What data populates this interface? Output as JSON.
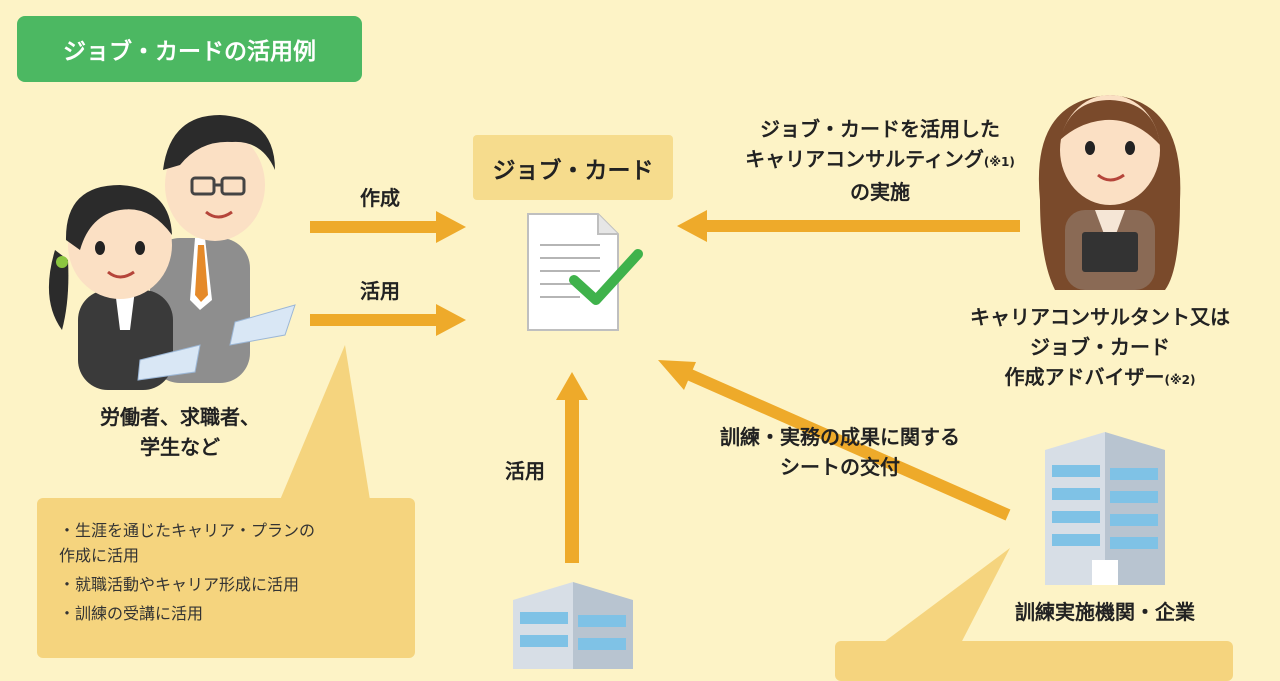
{
  "title": "ジョブ・カードの活用例",
  "card_label": "ジョブ・カード",
  "arrows": {
    "create": "作成",
    "use_left": "活用",
    "use_bottom": "活用",
    "consult_line1": "ジョブ・カードを活用した",
    "consult_line2": "キャリアコンサルティング",
    "consult_note": "(※1)",
    "consult_line3": "の実施",
    "training_line1": "訓練・実務の成果に関する",
    "training_line2": "シートの交付"
  },
  "actors": {
    "workers_line1": "労働者、求職者、",
    "workers_line2": "学生など",
    "consultant_line1": "キャリアコンサルタント又は",
    "consultant_line2": "ジョブ・カード",
    "consultant_line3": "作成アドバイザー",
    "consultant_note": "(※2)",
    "institution": "訓練実施機関・企業"
  },
  "worker_uses": [
    "生涯を通じたキャリア・プランの",
    "作成に活用",
    "就職活動やキャリア形成に活用",
    "訓練の受講に活用"
  ],
  "colors": {
    "background": "#fdf3c6",
    "arrow": "#eeaa2a",
    "badge": "#4cb862",
    "card_label_bg": "#f6dc8d",
    "note_bg": "#f5d47e",
    "check": "#3fb24b"
  }
}
